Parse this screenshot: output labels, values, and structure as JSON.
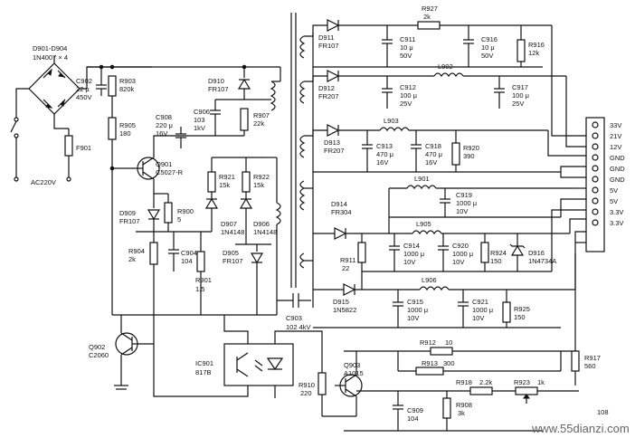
{
  "watermark": "www.55dianzi.com",
  "footer_fragment": "108",
  "input": {
    "bridge_name": "D901-D904",
    "bridge_part": "1N4007 × 4",
    "ac_label": "AC220V",
    "fuse": "F901"
  },
  "primary": {
    "c902": {
      "name": "C902",
      "value": "22 μ",
      "voltage": "450V"
    },
    "r903": {
      "name": "R903",
      "value": "820k"
    },
    "r905": {
      "name": "R905",
      "value": "180"
    },
    "d910": {
      "name": "D910",
      "part": "FR107"
    },
    "c906": {
      "name": "C906",
      "value": "103",
      "voltage": "1kV"
    },
    "c908": {
      "name": "C908",
      "value": "220 μ",
      "voltage": "16V"
    },
    "r907": {
      "name": "R907",
      "value": "22k"
    },
    "q901": {
      "name": "Q901",
      "part": "C5027-R"
    },
    "r921": {
      "name": "R921",
      "value": "15k"
    },
    "r922": {
      "name": "R922",
      "value": "15k"
    },
    "d909": {
      "name": "D909",
      "part": "FR107"
    },
    "r900": {
      "name": "R900",
      "value": "5"
    },
    "d907": {
      "name": "D907",
      "part": "1N4148"
    },
    "d906": {
      "name": "D906",
      "part": "1N4148"
    },
    "r904": {
      "name": "R904",
      "value": "2k"
    },
    "c904": {
      "name": "C904",
      "value": "104"
    },
    "r901": {
      "name": "R901",
      "value": "1.5"
    },
    "d905": {
      "name": "D905",
      "part": "FR107"
    },
    "q902": {
      "name": "Q902",
      "part": "C2060"
    },
    "ic901": {
      "name": "IC901",
      "part": "817B"
    },
    "c903": {
      "name": "C903",
      "value": "102 4kV"
    }
  },
  "secondary": {
    "r927": {
      "name": "R927",
      "value": "2k"
    },
    "d911": {
      "name": "D911",
      "part": "FR107"
    },
    "c911": {
      "name": "C911",
      "value": "10 μ",
      "voltage": "50V"
    },
    "c916": {
      "name": "C916",
      "value": "10 μ",
      "voltage": "50V"
    },
    "r916": {
      "name": "R916",
      "value": "12k"
    },
    "d912": {
      "name": "D912",
      "part": "FR207"
    },
    "l902": {
      "name": "L902"
    },
    "c912": {
      "name": "C912",
      "value": "100 μ",
      "voltage": "25V"
    },
    "c917": {
      "name": "C917",
      "value": "100 μ",
      "voltage": "25V"
    },
    "l903": {
      "name": "L903"
    },
    "d913": {
      "name": "D913",
      "part": "FR207"
    },
    "c913": {
      "name": "C913",
      "value": "470 μ",
      "voltage": "16V"
    },
    "c918": {
      "name": "C918",
      "value": "470 μ",
      "voltage": "16V"
    },
    "r920": {
      "name": "R920",
      "value": "390"
    },
    "l901": {
      "name": "L901"
    },
    "d914": {
      "name": "D914",
      "part": "FR304"
    },
    "c919": {
      "name": "C919",
      "value": "1000 μ",
      "voltage": "10V"
    },
    "l905": {
      "name": "L905"
    },
    "c914": {
      "name": "C914",
      "value": "1000 μ",
      "voltage": "10V"
    },
    "c920": {
      "name": "C920",
      "value": "1000 μ",
      "voltage": "10V"
    },
    "r924": {
      "name": "R924",
      "value": "150"
    },
    "d916": {
      "name": "D916",
      "part": "1N4734A"
    },
    "r911": {
      "name": "R911",
      "value": "22"
    },
    "l906": {
      "name": "L906"
    },
    "d915": {
      "name": "D915",
      "part": "1N5822"
    },
    "c915": {
      "name": "C915",
      "value": "1000 μ",
      "voltage": "10V"
    },
    "c921": {
      "name": "C921",
      "value": "1000 μ",
      "voltage": "10V"
    },
    "r925": {
      "name": "R925",
      "value": "150"
    },
    "r912": {
      "name": "R912",
      "value": "10"
    },
    "r913": {
      "name": "R913",
      "value": "300"
    },
    "r917": {
      "name": "R917",
      "value": "560"
    },
    "q903": {
      "name": "Q903",
      "part": "A1015"
    },
    "r910": {
      "name": "R910",
      "value": "220"
    },
    "r918": {
      "name": "R918",
      "value": "2.2k"
    },
    "r923": {
      "name": "R923",
      "value": "1k"
    },
    "c909": {
      "name": "C909",
      "value": "104"
    },
    "r908": {
      "name": "R908",
      "value": "3k"
    }
  },
  "connector_pins": [
    "33V",
    "21V",
    "12V",
    "GND",
    "GND",
    "GND",
    "5V",
    "5V",
    "3.3V",
    "3.3V"
  ]
}
